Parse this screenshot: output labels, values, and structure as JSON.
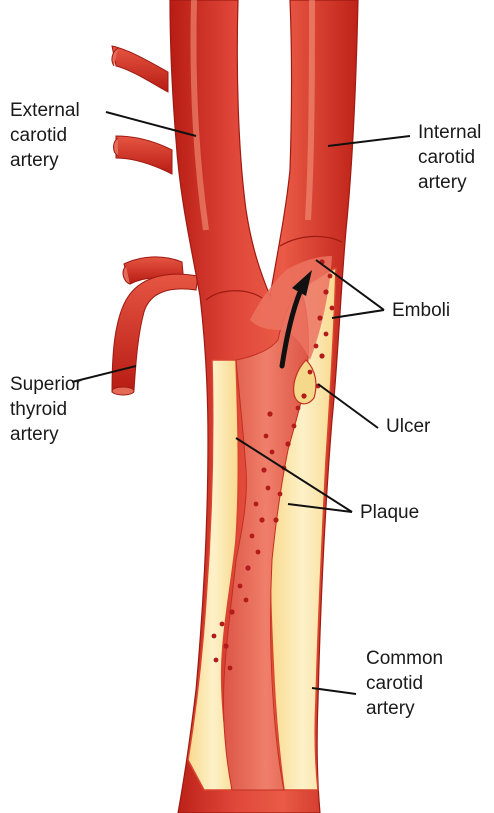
{
  "colors": {
    "artery_dark": "#c8221a",
    "artery_mid": "#e0483a",
    "artery_light": "#f07a63",
    "lumen": "#e8695a",
    "plaque_fill": "#fbe3a4",
    "plaque_light": "#fdf1c9",
    "plaque_edge": "#d9452e",
    "emboli": "#b31b1b",
    "leader": "#111111",
    "text": "#1a1a1a"
  },
  "labels": {
    "external_carotid": [
      "External",
      "carotid",
      "artery"
    ],
    "internal_carotid": [
      "Internal",
      "carotid",
      "artery"
    ],
    "emboli": [
      "Emboli"
    ],
    "superior_thyroid": [
      "Superior",
      "thyroid",
      "artery"
    ],
    "ulcer": [
      "Ulcer"
    ],
    "plaque": [
      "Plaque"
    ],
    "common_carotid": [
      "Common",
      "carotid",
      "artery"
    ]
  }
}
